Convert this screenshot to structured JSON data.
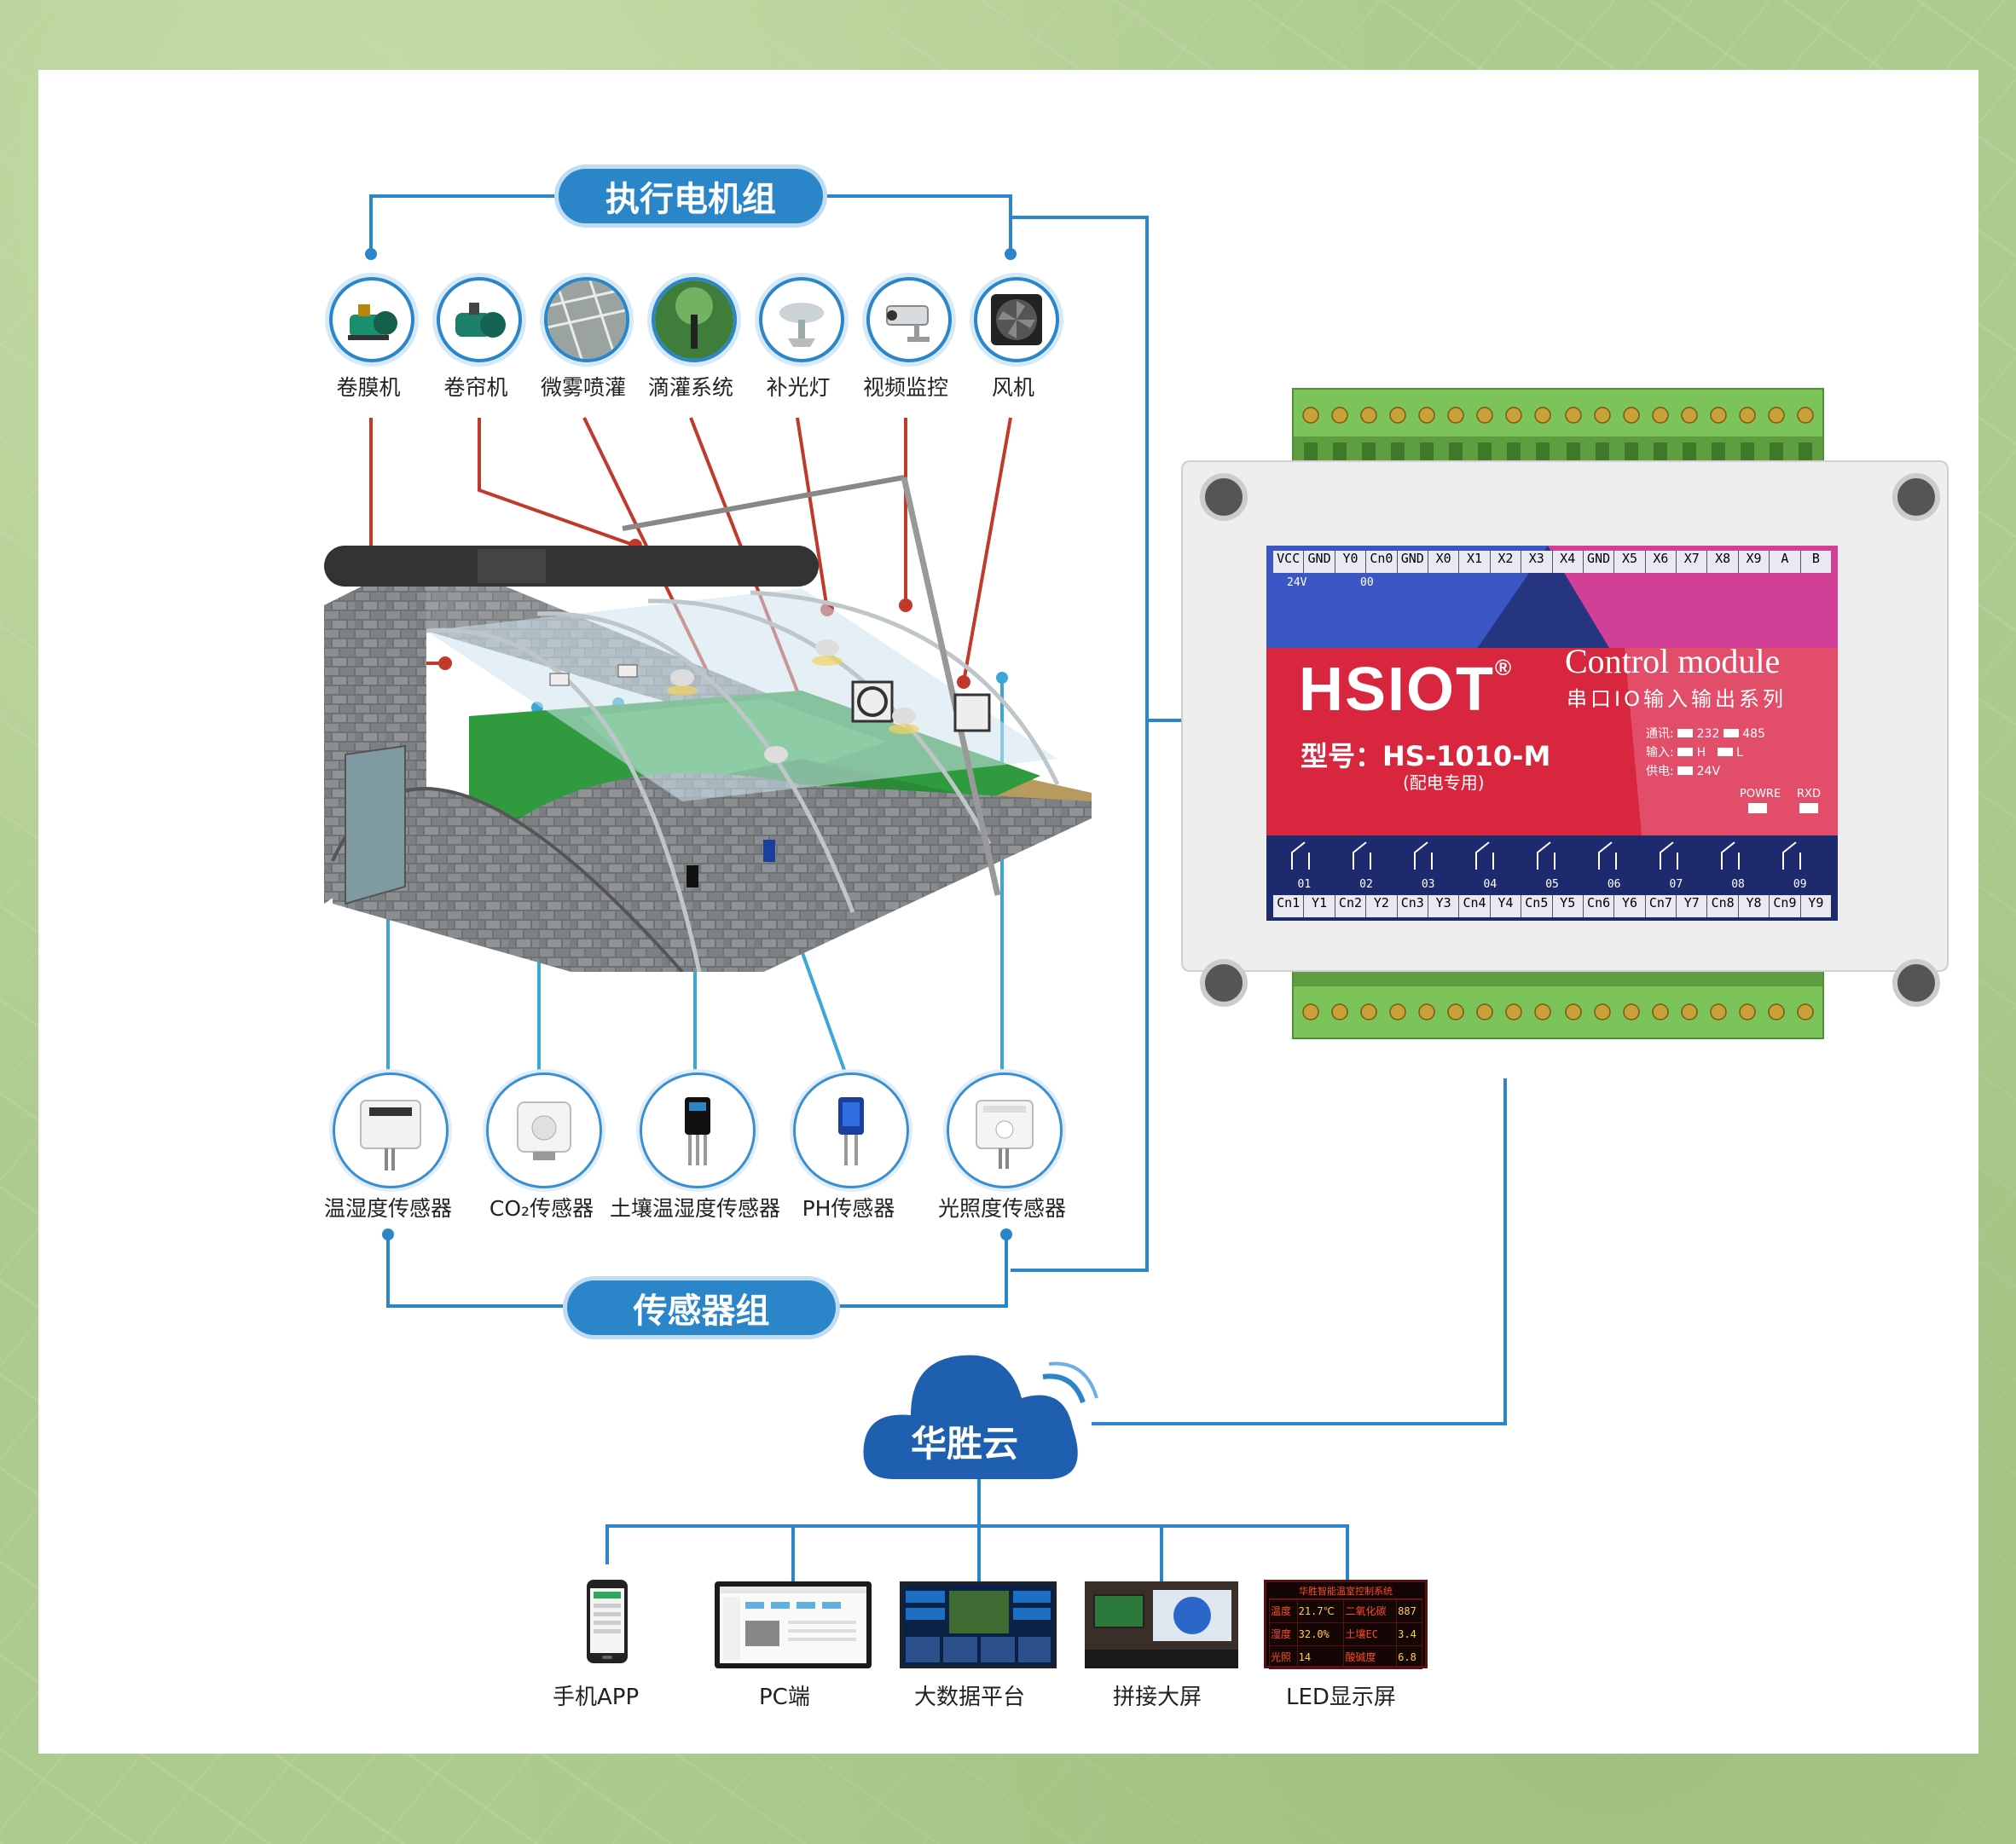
{
  "groups": {
    "actuator_title": "执行电机组",
    "sensor_title": "传感器组"
  },
  "actuators": [
    {
      "label": "卷膜机",
      "icon": "pump-icon"
    },
    {
      "label": "卷帘机",
      "icon": "motor-icon"
    },
    {
      "label": "微雾喷灌",
      "icon": "mist-spray-icon"
    },
    {
      "label": "滴灌系统",
      "icon": "drip-irrigation-icon"
    },
    {
      "label": "补光灯",
      "icon": "grow-light-icon"
    },
    {
      "label": "视频监控",
      "icon": "camera-icon"
    },
    {
      "label": "风机",
      "icon": "fan-icon"
    }
  ],
  "sensors": [
    {
      "label": "温湿度传感器",
      "icon": "temp-humidity-sensor-icon"
    },
    {
      "label": "CO₂传感器",
      "icon": "co2-sensor-icon"
    },
    {
      "label": "土壤温湿度传感器",
      "icon": "soil-sensor-icon"
    },
    {
      "label": "PH传感器",
      "icon": "ph-sensor-icon"
    },
    {
      "label": "光照度传感器",
      "icon": "light-sensor-icon"
    }
  ],
  "module": {
    "brand": "HSIOT",
    "registered": "®",
    "title": "Control module",
    "subtitle": "串口IO输入输出系列",
    "model": "型号：HS-1010-M",
    "model_note": "(配电专用)",
    "top_terminals": [
      "VCC",
      "GND",
      "Y0",
      "Cn0",
      "GND",
      "X0",
      "X1",
      "X2",
      "X3",
      "X4",
      "GND",
      "X5",
      "X6",
      "X7",
      "X8",
      "X9",
      "A",
      "B"
    ],
    "top_sub": [
      "24V",
      "00"
    ],
    "comm_label": "通讯:",
    "comm_232": "232",
    "comm_485": "485",
    "input_label": "输入:",
    "input_h": "H",
    "input_l": "L",
    "power_label": "供电:",
    "power_v": "24V",
    "led_power": "POWRE",
    "led_rxd": "RXD",
    "channel_numbers": [
      "01",
      "02",
      "03",
      "04",
      "05",
      "06",
      "07",
      "08",
      "09"
    ],
    "bottom_terminals": [
      "Cn1",
      "Y1",
      "Cn2",
      "Y2",
      "Cn3",
      "Y3",
      "Cn4",
      "Y4",
      "Cn5",
      "Y5",
      "Cn6",
      "Y6",
      "Cn7",
      "Y7",
      "Cn8",
      "Y8",
      "Cn9",
      "Y9"
    ]
  },
  "cloud": {
    "label": "华胜云"
  },
  "endpoints": [
    {
      "label": "手机APP",
      "icon": "phone-icon"
    },
    {
      "label": "PC端",
      "icon": "pc-monitor-icon"
    },
    {
      "label": "大数据平台",
      "icon": "dashboard-icon"
    },
    {
      "label": "拼接大屏",
      "icon": "video-wall-icon"
    },
    {
      "label": "LED显示屏",
      "icon": "led-board-icon"
    }
  ],
  "led_board": {
    "title": "华胜智能温室控制系统",
    "rows": [
      [
        "温度",
        "21.7℃",
        "二氧化碳",
        "887"
      ],
      [
        "湿度",
        "32.0%",
        "土壤EC",
        "3.4"
      ],
      [
        "光照",
        "14",
        "酸碱度",
        "6.8"
      ]
    ]
  },
  "colors": {
    "accent": "#2a85c9",
    "connector_red": "#c0392b",
    "connector_blue": "#3aa7d8",
    "module_red": "#d7263d",
    "terminal_green": "#7cc35a"
  }
}
